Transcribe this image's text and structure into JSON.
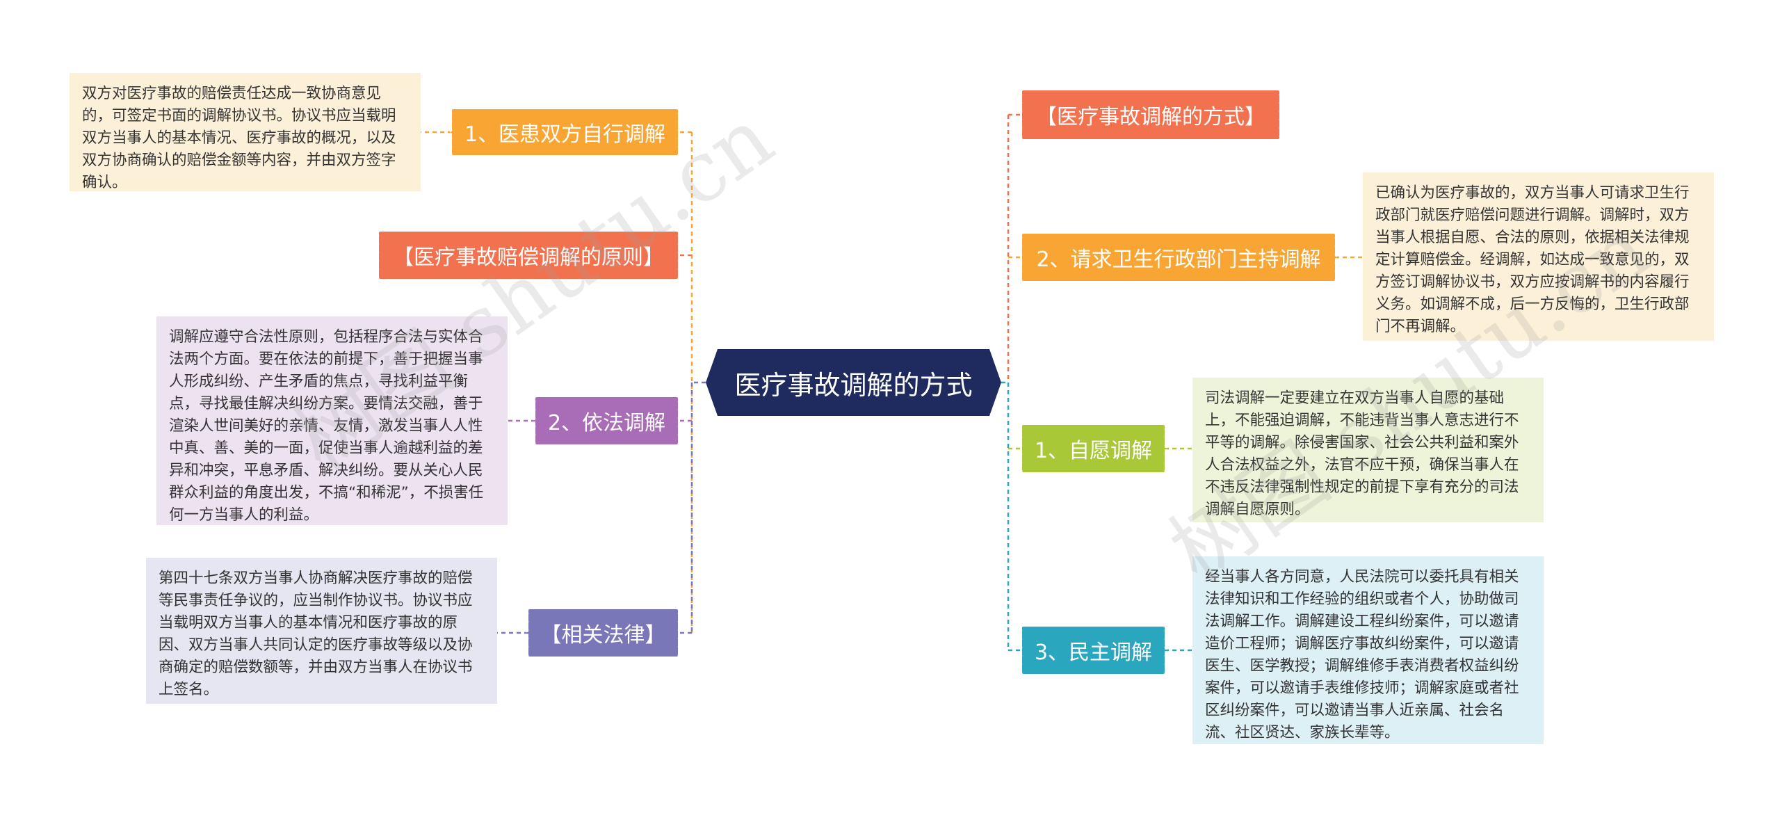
{
  "root": {
    "label": "医疗事故调解的方式"
  },
  "colors": {
    "root": "#1f2b5e",
    "orange": "#f9a533",
    "coral": "#f2714f",
    "purple": "#a96cb6",
    "indigo": "#7a77b9",
    "teal": "#2aa6bf",
    "green": "#a8c838",
    "note_peach": "#fdf0d9",
    "note_lavender": "#ede3f0",
    "note_grayblue": "#e6e6f2",
    "note_lightblue": "#dcf0f6",
    "note_lightgreen": "#eef4d9"
  },
  "left": [
    {
      "label": "1、医患双方自行调解",
      "note": "双方对医疗事故的赔偿责任达成一致协商意见的，可签定书面的调解协议书。协议书应当载明双方当事人的基本情况、医疗事故的概况，以及双方协商确认的赔偿金额等内容，并由双方签字确认。"
    },
    {
      "label": "【医疗事故赔偿调解的原则】"
    },
    {
      "label": "2、依法调解",
      "note": "调解应遵守合法性原则，包括程序合法与实体合法两个方面。要在依法的前提下，善于把握当事人形成纠纷、产生矛盾的焦点，寻找利益平衡点，寻找最佳解决纠纷方案。要情法交融，善于渲染人世间美好的亲情、友情，激发当事人人性中真、善、美的一面，促使当事人逾越利益的差异和冲突，平息矛盾、解决纠纷。要从关心人民群众利益的角度出发，不搞“和稀泥”，不损害任何一方当事人的利益。"
    },
    {
      "label": "【相关法律】",
      "note": "第四十七条双方当事人协商解决医疗事故的赔偿等民事责任争议的，应当制作协议书。协议书应当载明双方当事人的基本情况和医疗事故的原因、双方当事人共同认定的医疗事故等级以及协商确定的赔偿数额等，并由双方当事人在协议书上签名。"
    }
  ],
  "right": [
    {
      "label": "【医疗事故调解的方式】"
    },
    {
      "label": "2、请求卫生行政部门主持调解",
      "note": "已确认为医疗事故的，双方当事人可请求卫生行政部门就医疗赔偿问题进行调解。调解时，双方当事人根据自愿、合法的原则，依据相关法律规定计算赔偿金。经调解，如达成一致意见的，双方签订调解协议书，双方应按调解书的内容履行义务。如调解不成，后一方反悔的，卫生行政部门不再调解。"
    },
    {
      "label": "1、自愿调解",
      "note": "司法调解一定要建立在双方当事人自愿的基础上，不能强迫调解，不能违背当事人意志进行不平等的调解。除侵害国家、社会公共利益和案外人合法权益之外，法官不应干预，确保当事人在不违反法律强制性规定的前提下享有充分的司法调解自愿原则。"
    },
    {
      "label": "3、民主调解",
      "note": "经当事人各方同意，人民法院可以委托具有相关法律知识和工作经验的组织或者个人，协助做司法调解工作。调解建设工程纠纷案件，可以邀请造价工程师；调解医疗事故纠纷案件，可以邀请医生、医学教授；调解维修手表消费者权益纠纷案件，可以邀请手表维修技师；调解家庭或者社区纠纷案件，可以邀请当事人近亲属、社会名流、社区贤达、家族长辈等。"
    }
  ],
  "watermark": "树图 shutu.cn"
}
